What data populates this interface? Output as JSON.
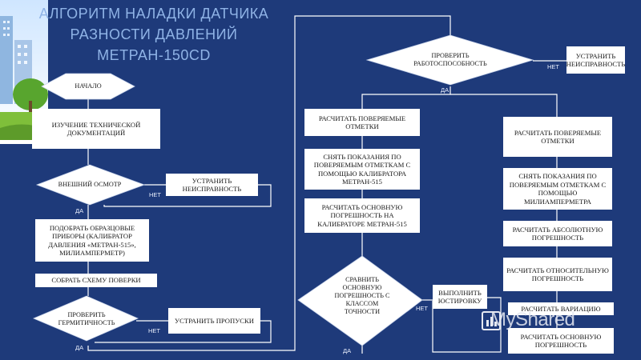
{
  "title": {
    "line1": "АЛГОРИТМ НАЛАДКИ ДАТЧИКА",
    "line2": "РАЗНОСТИ ДАВЛЕНИЙ",
    "line3": "МЕТРАН-150CD"
  },
  "left_column": {
    "start": "НАЧАЛО",
    "study_docs": "ИЗУЧЕНИЕ ТЕХНИЧЕСКОЙ ДОКУМЕНТАЦИЙ",
    "external_inspection": "ВНЕШНИЙ ОСМОТР",
    "fix_fault": "УСТРАНИТЬ НЕИСПРАВНОСТЬ",
    "select_instruments": "ПОДОБРАТЬ ОБРАЗЦОВЫЕ ПРИБОРЫ (КАЛИБРАТОР ДАВЛЕНИЯ «МЕТРАН-515», МИЛИАМПЕРМЕТР)",
    "assemble_scheme": "СОБРАТЬ СХЕМУ ПОВЕРКИ",
    "check_tightness": "ПРОВЕРИТЬ ГЕРМИТИЧНОСТЬ",
    "fix_leaks": "УСТРАНИТЬ ПРОПУСКИ"
  },
  "middle_column": {
    "calc_marks": "РАСЧИТАТЬ ПОВЕРЯЕМЫЕ ОТМЕТКИ",
    "take_readings": "СНЯТЬ ПОКАЗАНИЯ ПО ПОВЕРЯЕМЫМ ОТМЕТКАМ С ПОМОЩЬЮ КАЛИБРАТОРА МЕТРАН-515",
    "calc_main_error": "РАСЧИТАТЬ ОСНОВНУЮ ПОГРЕШНОСТЬ НА КАЛИБРАТОРЕ МЕТРАН-515",
    "compare_error": "СРАВНИТЬ ОСНОВНУЮ ПОГРЕШНОСТЬ С КЛАССОМ ТОЧНОСТИ",
    "adjust": "ВЫПОЛНИТЬ ЮСТИРОВКУ"
  },
  "right_column": {
    "check_operability": "ПРОВЕРИТЬ РАБОТОСПОСОБНОСТЬ",
    "fix_fault": "УСТРАНИТЬ НЕИСПРАВНОСТЬ",
    "calc_marks": "РАСЧИТАТЬ ПОВЕРЯЕМЫЕ ОТМЕТКИ",
    "take_readings": "СНЯТЬ ПОКАЗАНИЯ ПО ПОВЕРЯЕМЫМ ОТМЕТКАМ С ПОМОЩЬЮ МИЛИАМПЕРМЕТРА",
    "calc_abs_error": "РАСЧИТАТЬ АБСОЛЮТНУЮ ПОГРЕШНОСТЬ",
    "calc_rel_error": "РАСЧИТАТЬ ОТНОСИТЕЛЬНУЮ ПОГРЕШНОСТЬ",
    "calc_variation": "РАСЧИТАТЬ ВАРИАЦИЮ",
    "calc_main_error": "РАСЧИТАТЬ ОСНОВНУЮ ПОГРЕШНОСТЬ"
  },
  "labels": {
    "no": "НЕТ",
    "yes": "ДА"
  },
  "watermark": "MyShared",
  "colors": {
    "background": "#1e3a7a",
    "title": "#8fb3e6",
    "box": "#ffffff",
    "line": "#ffffff"
  }
}
